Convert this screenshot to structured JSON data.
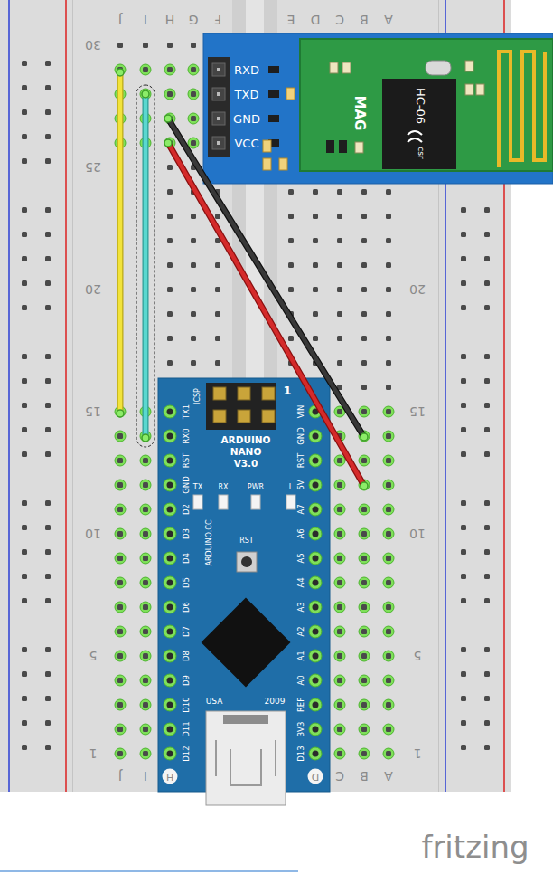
{
  "diagram": {
    "nodes": [
      {
        "text": [
          "RXD",
          "TXD",
          "GND",
          "VCC",
          "MAG",
          "HC-06",
          "csr"
        ]
      },
      {
        "text": [
          "ICSP",
          "1",
          "ARDUINO NANO V3.0",
          "TX1",
          "RX0",
          "RST",
          "GND",
          "D2",
          "D3",
          "D4",
          "D5",
          "D6",
          "D7",
          "D8",
          "D9",
          "D10",
          "D11",
          "D12",
          "VIN",
          "GND",
          "RST",
          "5V",
          "A7",
          "A6",
          "A5",
          "A4",
          "A3",
          "A2",
          "A1",
          "A0",
          "REF",
          "3V3",
          "D13",
          "TX",
          "RX",
          "PWR",
          "L",
          "ARDUINO.CC",
          "RST",
          "USA",
          "2009"
        ]
      }
    ],
    "labels": [
      "J",
      "I",
      "H",
      "G",
      "F",
      "E",
      "D",
      "C",
      "B",
      "A",
      "30",
      "25",
      "20",
      "15",
      "10",
      "5",
      "1",
      "20",
      "15",
      "10",
      "5",
      "1",
      "J",
      "I",
      "H",
      "D",
      "C",
      "B",
      "A",
      "fritzing"
    ]
  }
}
